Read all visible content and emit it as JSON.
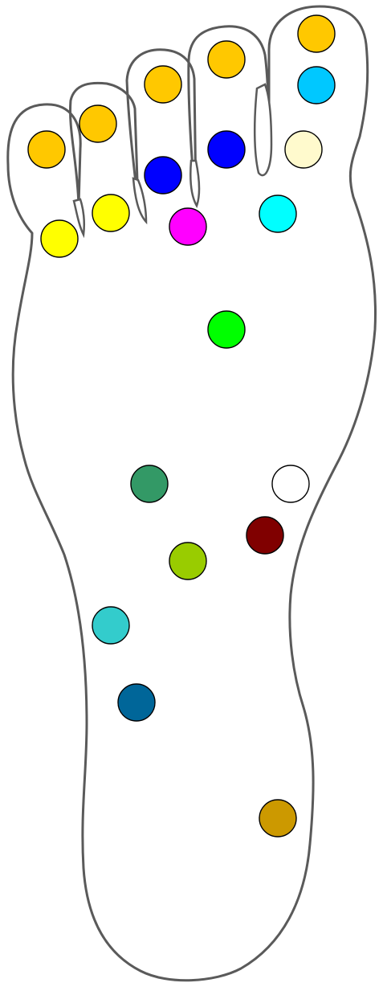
{
  "diagram": {
    "outline_stroke": "#5a5a5a",
    "marker_stroke": "#000000",
    "points": [
      {
        "id": "big-toe-tip",
        "color": "#FFC800"
      },
      {
        "id": "big-toe-middle",
        "color": "#00C8FF"
      },
      {
        "id": "big-toe-base",
        "color": "#FFFACD"
      },
      {
        "id": "second-toe-tip",
        "color": "#FFC800"
      },
      {
        "id": "second-toe-base",
        "color": "#0000FF"
      },
      {
        "id": "third-toe-tip",
        "color": "#FFC800"
      },
      {
        "id": "third-toe-base",
        "color": "#0000FF"
      },
      {
        "id": "fourth-toe-tip",
        "color": "#FFC800"
      },
      {
        "id": "fourth-toe-base",
        "color": "#FFFF00"
      },
      {
        "id": "little-toe-tip",
        "color": "#FFC800"
      },
      {
        "id": "little-toe-base",
        "color": "#FFFF00"
      },
      {
        "id": "ball-center",
        "color": "#FF00FF"
      },
      {
        "id": "ball-medial",
        "color": "#00FFFF"
      },
      {
        "id": "upper-arch",
        "color": "#00FF00"
      },
      {
        "id": "mid-lateral",
        "color": "#339966"
      },
      {
        "id": "mid-medial",
        "color": "#FFFFFF"
      },
      {
        "id": "arch-medial",
        "color": "#800000"
      },
      {
        "id": "arch-center",
        "color": "#99CC00"
      },
      {
        "id": "lateral-lower",
        "color": "#33CCCC"
      },
      {
        "id": "heel-lateral",
        "color": "#006699"
      },
      {
        "id": "heel-medial",
        "color": "#CC9900"
      }
    ]
  }
}
